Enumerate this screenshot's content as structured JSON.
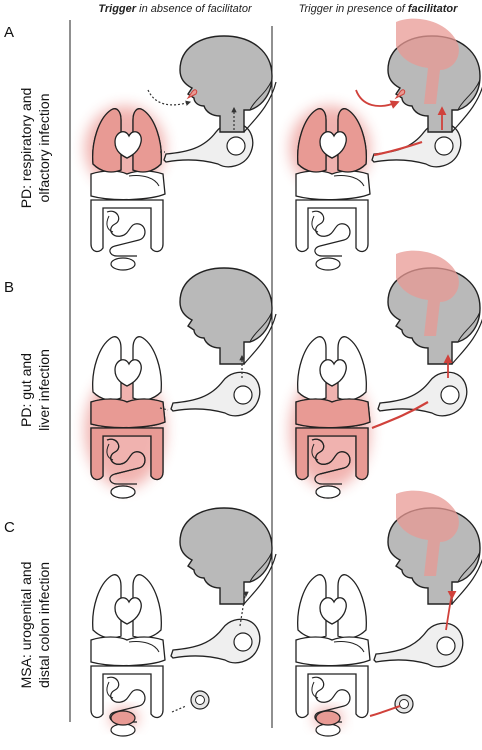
{
  "header": {
    "left": {
      "bold": "Trigger",
      "rest": " in absence of facilitator"
    },
    "right": {
      "lead": "Trigger in presence of ",
      "bold": "facilitator"
    }
  },
  "panels": [
    {
      "letter": "A",
      "line1": "PD: respiratory and",
      "line2": "olfactory infection"
    },
    {
      "letter": "B",
      "line1": "PD: gut and",
      "line2": "liver infection"
    },
    {
      "letter": "C",
      "line1": "MSA: urogenital and",
      "line2": "distal colon infection"
    }
  ],
  "colors": {
    "infection": "#e0574f",
    "infection_fill": "#e89a94",
    "brain": "#b9b9b9",
    "outline": "#222222"
  }
}
